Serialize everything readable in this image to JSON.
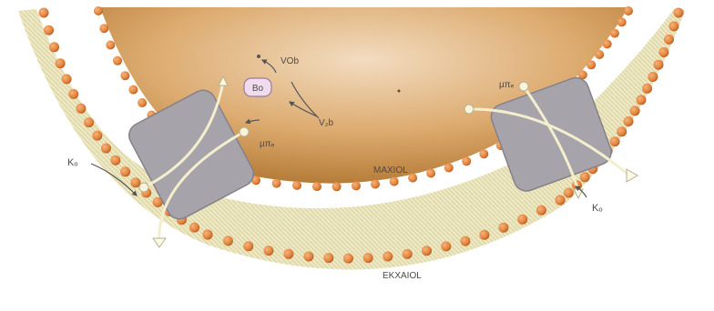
{
  "labels": {
    "left_channel_outer": "Kₒ",
    "left_channel_inner": "µπₑ",
    "right_channel_top": "µπₑ",
    "right_channel_bottom": "Kₒ",
    "molecule": "Bo",
    "arrow_top": "VOb",
    "arrow_right": "V₂b",
    "interior": "MAXIOL",
    "exterior": "EKXAIOL"
  },
  "colors": {
    "cytoplasm_center": "#f2dcc0",
    "cytoplasm_edge": "#b07530",
    "membrane_fill": "#ede8c2",
    "lipid_head": "#e0823a",
    "lipid_head_shadow": "#b5561f",
    "channel": "#a7a3ab",
    "channel_stroke": "#858189",
    "filament": "#f3eecd",
    "molecule_fill": "#f1dcef",
    "molecule_stroke": "#9a7aa3"
  }
}
